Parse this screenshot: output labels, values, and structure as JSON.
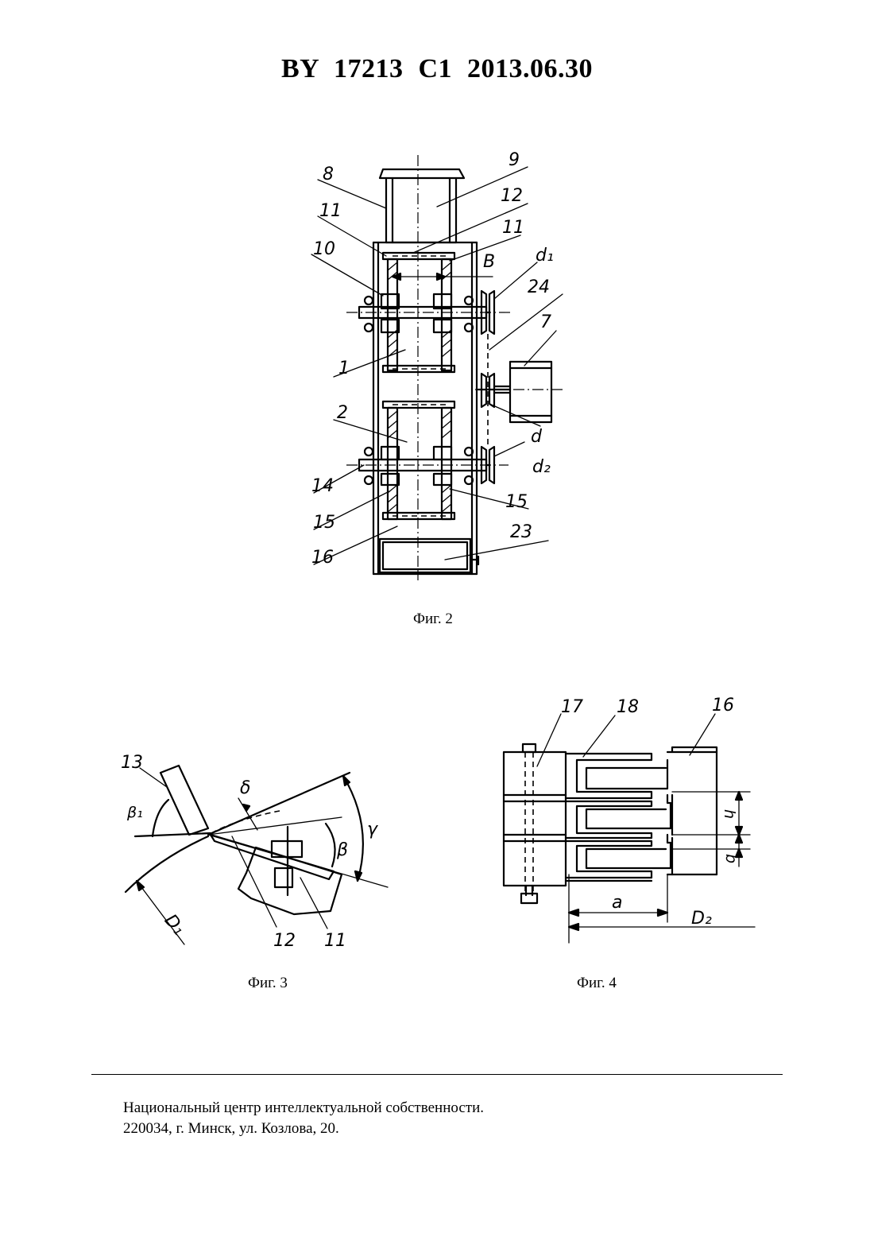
{
  "header": {
    "title": "BY 17213 C1 2013.06.30"
  },
  "figures": {
    "fig2": {
      "caption": "Фиг. 2",
      "labels": {
        "l8": "8",
        "l9": "9",
        "l12": "12",
        "l11a": "11",
        "l11b": "11",
        "l10": "10",
        "lB": "B",
        "ld1": "d₁",
        "l24": "24",
        "l7": "7",
        "l1": "1",
        "l2": "2",
        "ld": "d",
        "ld2": "d₂",
        "l14": "14",
        "l15a": "15",
        "l15b": "15",
        "l16": "16",
        "l23": "23"
      }
    },
    "fig3": {
      "caption": "Фиг. 3",
      "labels": {
        "l13": "13",
        "lbeta1": "β₁",
        "ldelta": "δ",
        "lgamma": "γ",
        "lbeta": "β",
        "lD1": "D₁",
        "l12": "12",
        "l11": "11"
      }
    },
    "fig4": {
      "caption": "Фиг. 4",
      "labels": {
        "l17": "17",
        "l18": "18",
        "l16": "16",
        "lh": "h",
        "lb": "b",
        "la": "a",
        "lD2": "D₂"
      }
    }
  },
  "footer": {
    "line1": "Национальный центр интеллектуальной собственности.",
    "line2": "220034, г. Минск, ул. Козлова, 20."
  }
}
